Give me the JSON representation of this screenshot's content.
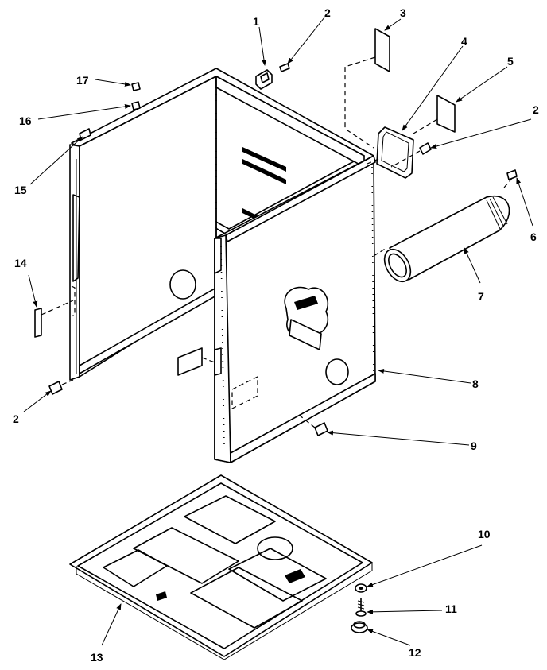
{
  "callouts": {
    "c1": "1",
    "c2a": "2",
    "c3": "3",
    "c4": "4",
    "c5": "5",
    "c2b": "2",
    "c6": "6",
    "c7": "7",
    "c8": "8",
    "c9": "9",
    "c10": "10",
    "c11": "11",
    "c12": "12",
    "c13": "13",
    "c14": "14",
    "c2c": "2",
    "c15": "15",
    "c16": "16",
    "c17": "17"
  }
}
